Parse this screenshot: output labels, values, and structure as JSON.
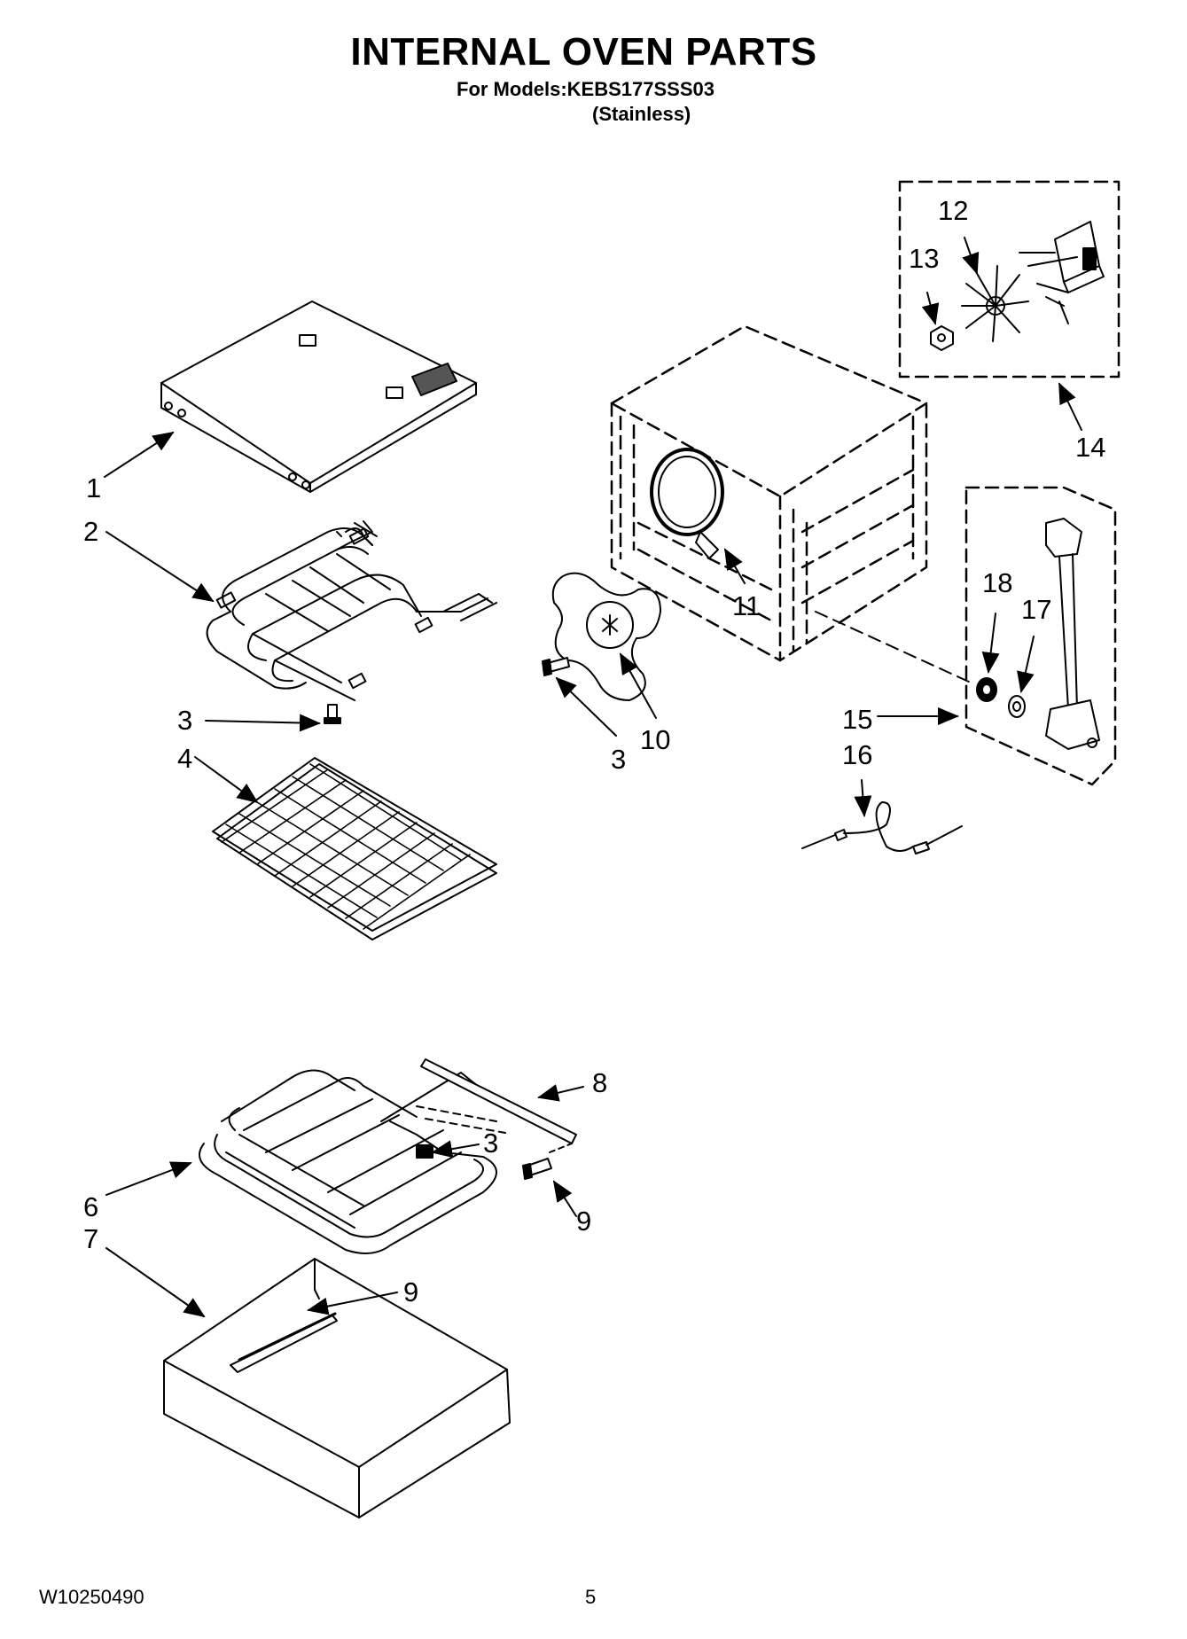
{
  "header": {
    "title": "INTERNAL OVEN PARTS",
    "models": "For Models:KEBS177SSS03",
    "variant": "(Stainless)"
  },
  "callouts": [
    "1",
    "2",
    "3",
    "4",
    "3",
    "10",
    "11",
    "12",
    "13",
    "14",
    "15",
    "16",
    "17",
    "18",
    "6",
    "7",
    "8",
    "3",
    "9",
    "9"
  ],
  "footer": {
    "doc_number": "W10250490",
    "page_number": "5"
  }
}
